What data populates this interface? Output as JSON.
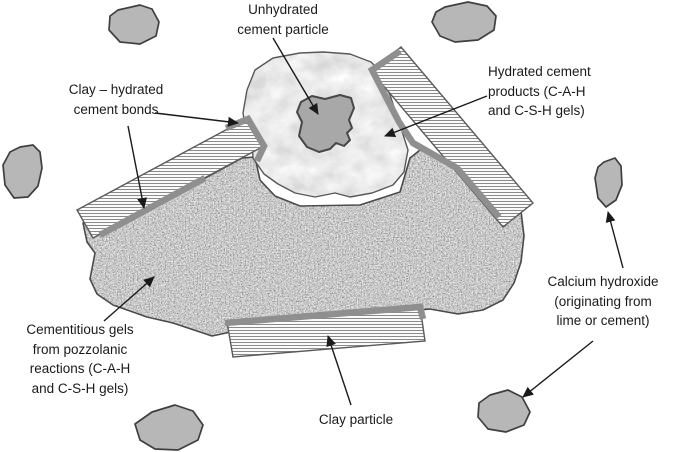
{
  "colors": {
    "background": "#ffffff",
    "ink": "#1a1a1a",
    "bond-gray": "#8f8f8f",
    "blob-fill": "#b7b7b7",
    "blob-outline": "#3f3f3f",
    "clay-outline": "#5a5a5a",
    "hatch-line": "#8a8a8a",
    "hatch-bg": "#fbfbfb",
    "unhydrated-fill": "#a8a8a8",
    "speckle-outline": "#4a4a4a",
    "marble-outline": "#585858"
  },
  "labels": {
    "unhydrated": {
      "text": "Unhydrated\ncement particle"
    },
    "clay_bonds": {
      "text": "Clay – hydrated\ncement bonds"
    },
    "hydrated": {
      "text": "Hydrated cement\nproducts (C-A-H\nand C-S-H gels)"
    },
    "calcium": {
      "text": "Calcium hydroxide\n(originating from\nlime or cement)"
    },
    "cementitious": {
      "text": "Cementitious gels\nfrom pozzolanic\nreactions (C-A-H\nand C-S-H gels)"
    },
    "clay_particle": {
      "text": "Clay particle"
    }
  }
}
